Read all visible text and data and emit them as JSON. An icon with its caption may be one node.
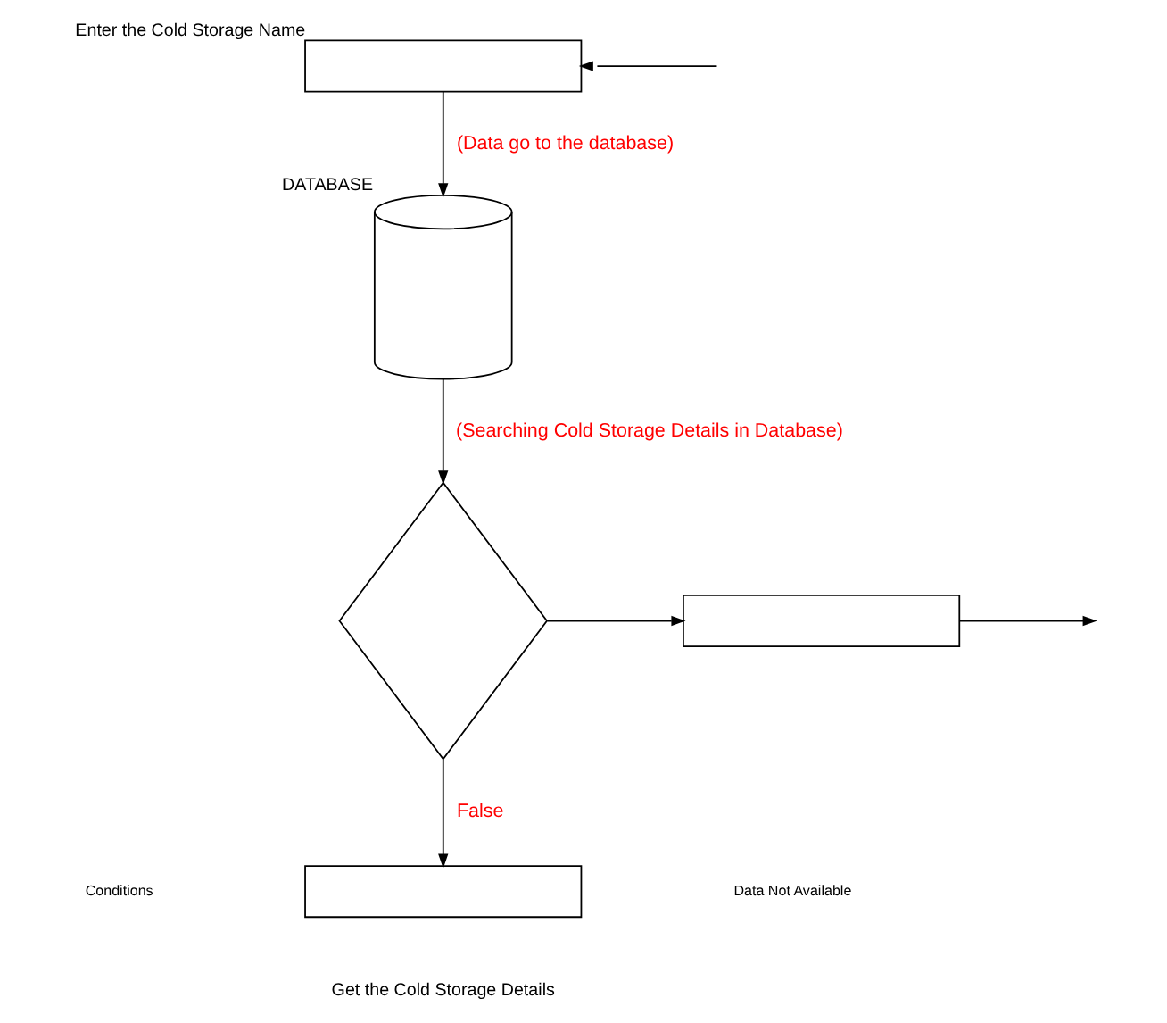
{
  "diagram": {
    "nodes": [
      {
        "text": [],
        "shape": "box",
        "beside": [
          "Enter the Cold Storage Name"
        ]
      },
      {
        "text": [],
        "shape": "cylinder",
        "beside": [
          "DATABASE"
        ]
      },
      {
        "text": [],
        "shape": "diamond"
      },
      {
        "text": [],
        "shape": "box"
      },
      {
        "text": [],
        "shape": "box",
        "beside": [
          "Get the Cold Storage Details"
        ]
      }
    ],
    "edges": [
      {
        "from": null,
        "to": 0,
        "arrow": "to"
      },
      {
        "from": 0,
        "to": 1,
        "arrow": "to",
        "label": "(Data go to the database)"
      },
      {
        "from": 1,
        "to": 2,
        "arrow": "to",
        "label": "(Searching Cold Storage Details in Database)"
      },
      {
        "from": 2,
        "to": 3,
        "arrow": "to"
      },
      {
        "from": 2,
        "to": 4,
        "arrow": "to",
        "label": "False"
      },
      {
        "from": 3,
        "to": null,
        "arrow": "to"
      }
    ],
    "labels": [
      "Conditions",
      "Data Not Available"
    ]
  }
}
